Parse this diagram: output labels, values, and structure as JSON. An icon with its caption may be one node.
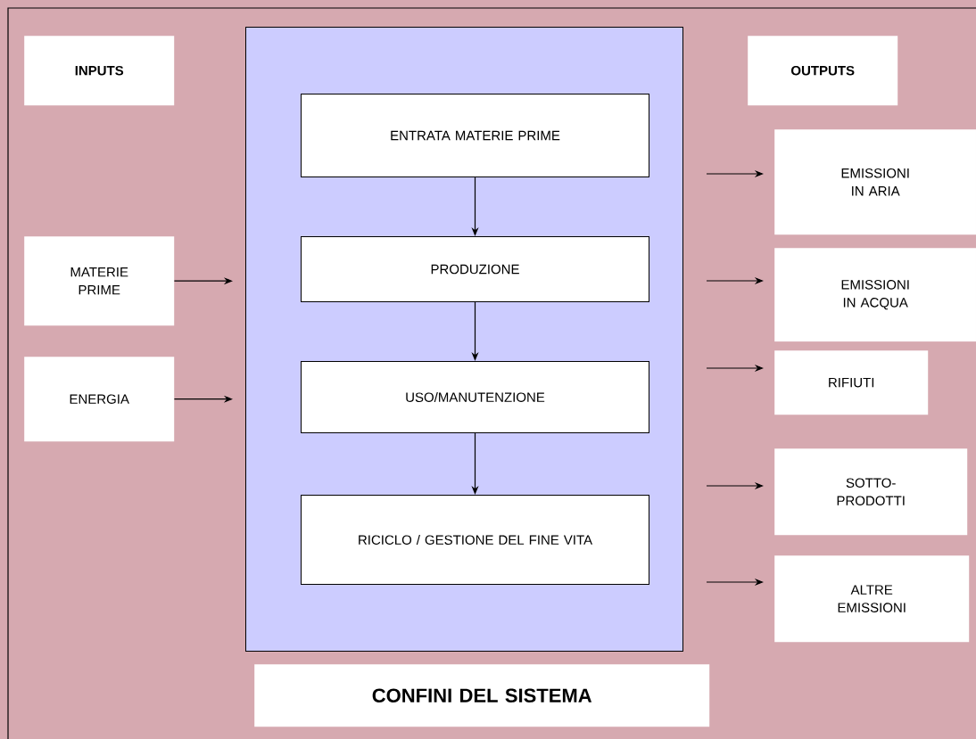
{
  "diagram": {
    "nodes": [
      {
        "text": [
          "INPUTS"
        ]
      },
      {
        "text": [
          "OUTPUTS"
        ]
      },
      {
        "text": [
          "MATERIE PRIME"
        ]
      },
      {
        "text": [
          "ENERGIA"
        ]
      },
      {
        "text": [],
        "shape": "box"
      },
      {
        "text": [
          "ENTRATA MATERIE PRIME"
        ],
        "in": 4
      },
      {
        "text": [
          "PRODUZIONE"
        ],
        "in": 4
      },
      {
        "text": [
          "USO/MANUTENZIONE"
        ],
        "in": 4
      },
      {
        "text": [
          "RICICLO / GESTIONE DEL FINE VITA"
        ],
        "in": 4
      },
      {
        "text": [
          "EMISSIONI IN ARIA"
        ]
      },
      {
        "text": [
          "EMISSIONI IN ACQUA"
        ]
      },
      {
        "text": [
          "RIFIUTI"
        ]
      },
      {
        "text": [
          "SOTTO-PRODOTTI"
        ]
      },
      {
        "text": [
          "ALTRE EMISSIONI"
        ]
      },
      {
        "text": [
          "CONFINI DEL SISTEMA"
        ]
      }
    ],
    "edges": [
      {
        "from": 2,
        "to": 4,
        "arrow": "to"
      },
      {
        "from": 3,
        "to": 4,
        "arrow": "to"
      },
      {
        "from": 5,
        "to": 6,
        "arrow": "to"
      },
      {
        "from": 6,
        "to": 7,
        "arrow": "to"
      },
      {
        "from": 7,
        "to": 8,
        "arrow": "to"
      },
      {
        "from": 4,
        "to": 9,
        "arrow": "to"
      },
      {
        "from": 4,
        "to": 10,
        "arrow": "to"
      },
      {
        "from": 4,
        "to": 11,
        "arrow": "to"
      },
      {
        "from": 4,
        "to": 12,
        "arrow": "to"
      },
      {
        "from": 4,
        "to": 13,
        "arrow": "to"
      }
    ]
  }
}
